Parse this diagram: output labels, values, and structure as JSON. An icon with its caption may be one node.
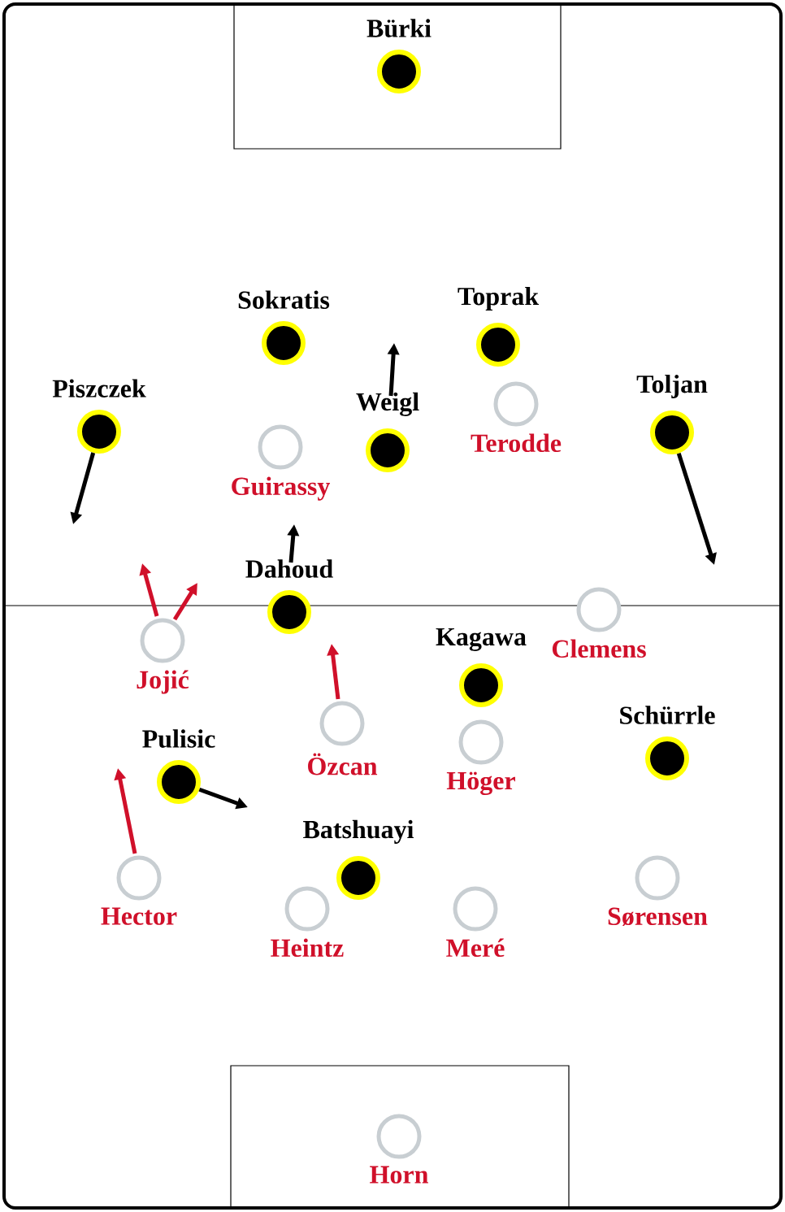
{
  "diagram": {
    "nodes": [
      {
        "text": [
          "Bürki"
        ]
      },
      {
        "text": [
          "Sokratis"
        ]
      },
      {
        "text": [
          "Toprak"
        ]
      },
      {
        "text": [
          "Piszczek"
        ]
      },
      {
        "text": [
          "Weigl"
        ]
      },
      {
        "text": [
          "Toljan"
        ]
      },
      {
        "text": [
          "Dahoud"
        ]
      },
      {
        "text": [
          "Kagawa"
        ]
      },
      {
        "text": [
          "Schürrle"
        ]
      },
      {
        "text": [
          "Pulisic"
        ]
      },
      {
        "text": [
          "Batshuayi"
        ]
      },
      {
        "text": [
          "Terodde"
        ]
      },
      {
        "text": [
          "Guirassy"
        ]
      },
      {
        "text": [
          "Clemens"
        ]
      },
      {
        "text": [
          "Jojić"
        ]
      },
      {
        "text": [
          "Özcan"
        ]
      },
      {
        "text": [
          "Höger"
        ]
      },
      {
        "text": [
          "Hector"
        ]
      },
      {
        "text": [
          "Heintz"
        ]
      },
      {
        "text": [
          "Meré"
        ]
      },
      {
        "text": [
          "Sørensen"
        ]
      },
      {
        "text": [
          "Horn"
        ]
      }
    ],
    "edges": [
      {
        "from": 3,
        "to": null,
        "arrow": "to"
      },
      {
        "from": 4,
        "to": null,
        "arrow": "to"
      },
      {
        "from": 5,
        "to": null,
        "arrow": "to"
      },
      {
        "from": 6,
        "to": null,
        "arrow": "to"
      },
      {
        "from": 14,
        "to": null,
        "arrow": "to",
        "color": "#d0102a"
      },
      {
        "from": 14,
        "to": null,
        "arrow": "to",
        "color": "#d0102a"
      },
      {
        "from": 15,
        "to": null,
        "arrow": "to",
        "color": "#d0102a"
      },
      {
        "from": 9,
        "to": null,
        "arrow": "to"
      },
      {
        "from": 17,
        "to": null,
        "arrow": "to",
        "color": "#d0102a"
      }
    ]
  }
}
